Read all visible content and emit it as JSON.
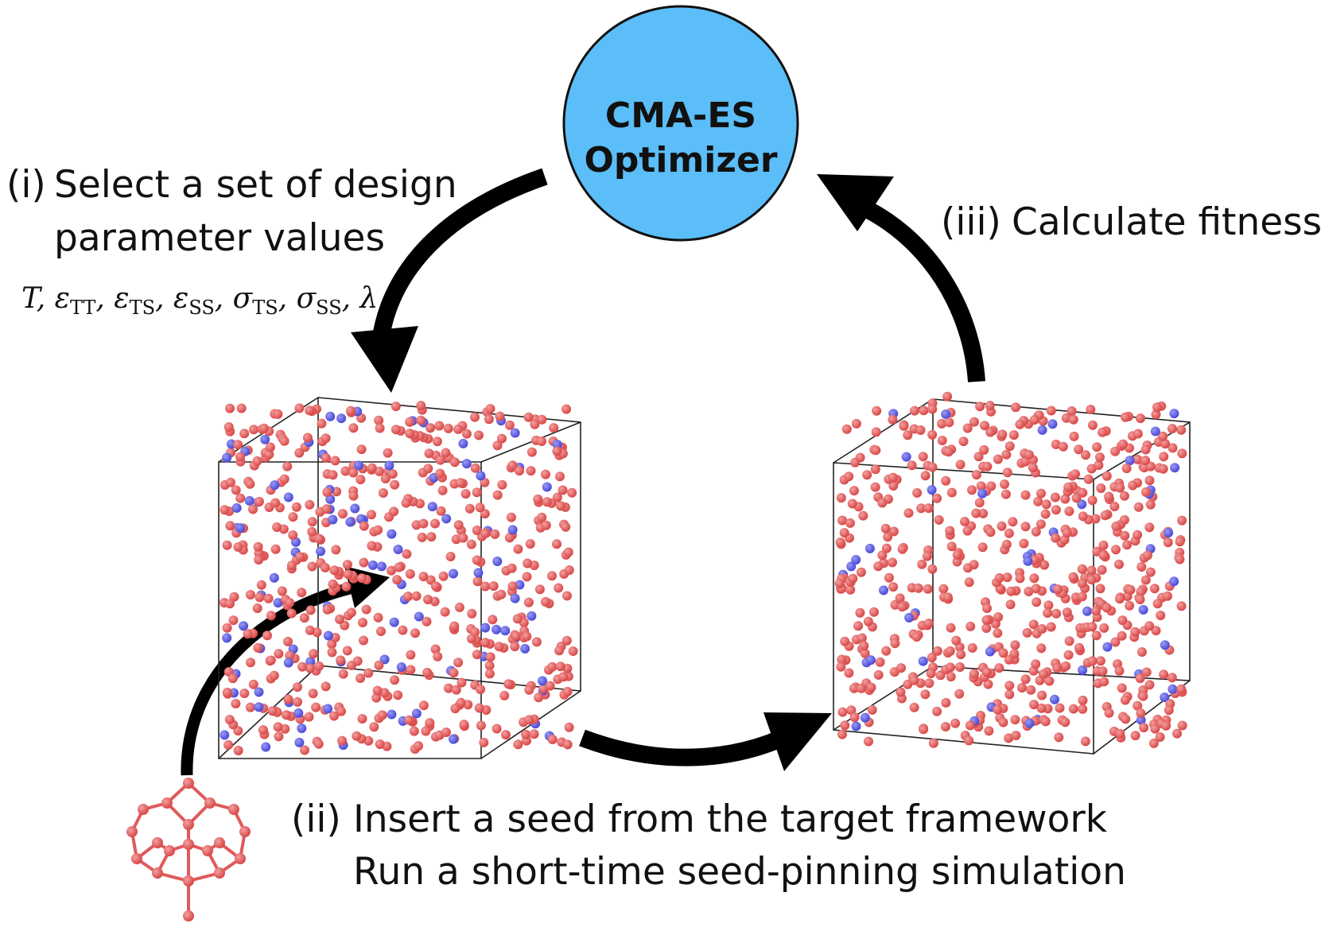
{
  "optimizer": {
    "line1": "CMA-ES",
    "line2": "Optimizer",
    "color": "#5bbef8"
  },
  "step1": {
    "number": "(i)",
    "line1": "Select a set of design",
    "line2": "parameter values",
    "params": {
      "T": "T",
      "eTT": "TT",
      "eTS": "TS",
      "eSS": "SS",
      "sTS": "TS",
      "sSS": "SS",
      "lambda": "λ"
    }
  },
  "step2": {
    "number": "(ii)",
    "line1": "Insert a seed from the target framework",
    "line2": "Run a short-time seed-pinning simulation"
  },
  "step3": {
    "number": "(iii)",
    "label": "Calculate fitness"
  },
  "colors": {
    "particle_red": "#e05a5a",
    "particle_blue": "#5a5ae6",
    "arrow": "#000000",
    "box_line": "#222222"
  }
}
